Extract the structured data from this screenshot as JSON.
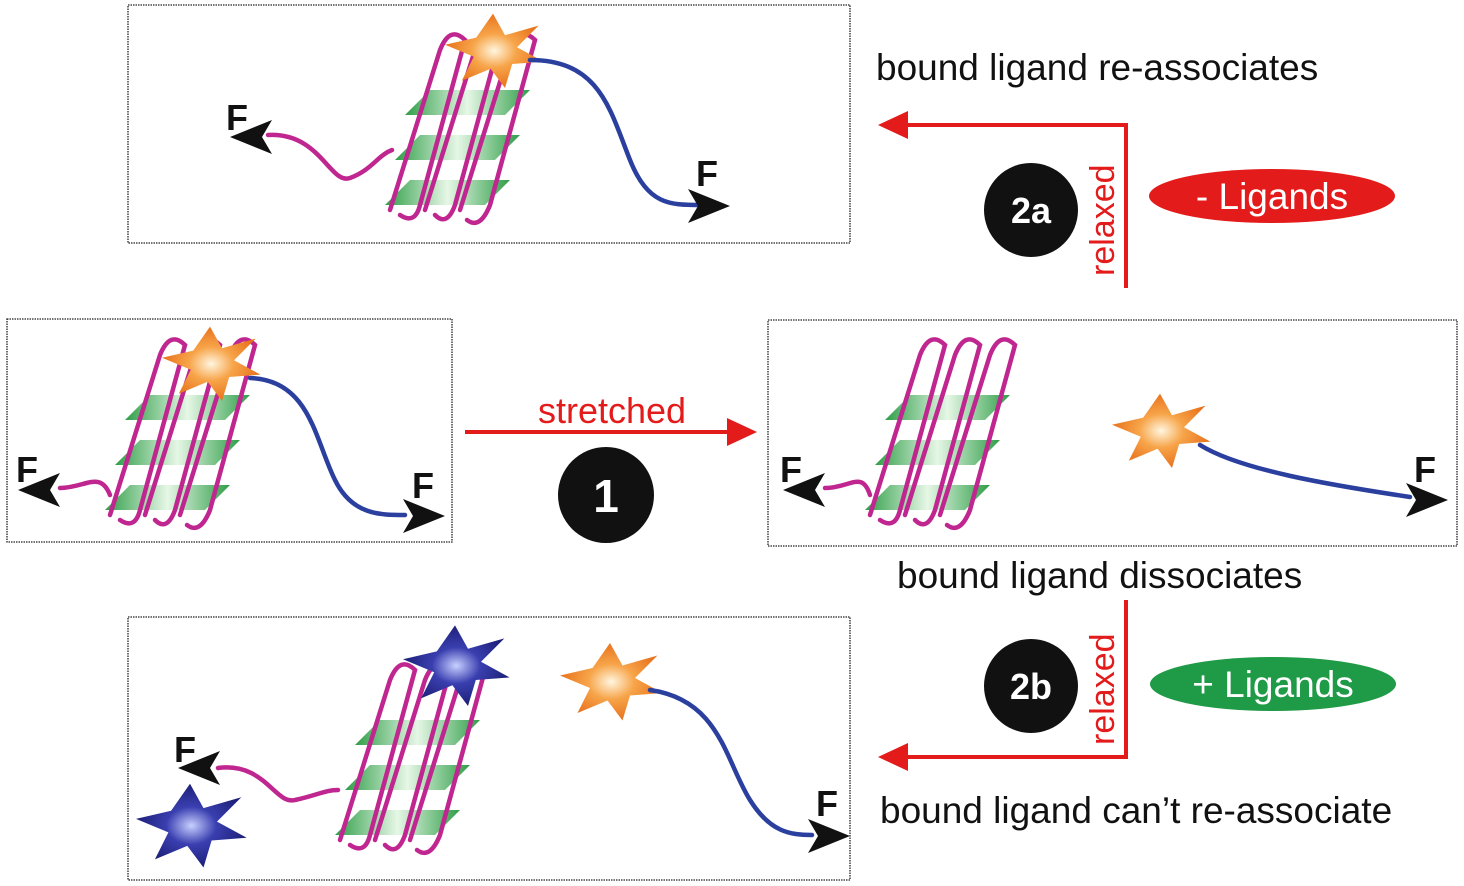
{
  "force_label": "F",
  "top": {
    "caption": "bound ligand re-associates",
    "step_label": "2a",
    "arrow_label": "relaxed",
    "condition": "- Ligands"
  },
  "middle": {
    "arrow_label": "stretched",
    "step_label": "1",
    "caption": "bound ligand dissociates"
  },
  "bottom": {
    "caption": "bound ligand can’t re-associate",
    "step_label": "2b",
    "arrow_label": "relaxed",
    "condition": "+ Ligands"
  },
  "colors": {
    "arrow": "#e41b1b",
    "minus_ligands": "#e41b1b",
    "plus_ligands": "#1f9a46",
    "dna_strand": "#c0268f",
    "tail_strand": "#2a3f9e",
    "ligand": "#f28a2a",
    "free_ligand": "#2b2f8f",
    "g_quartet": "#3fb85a"
  }
}
